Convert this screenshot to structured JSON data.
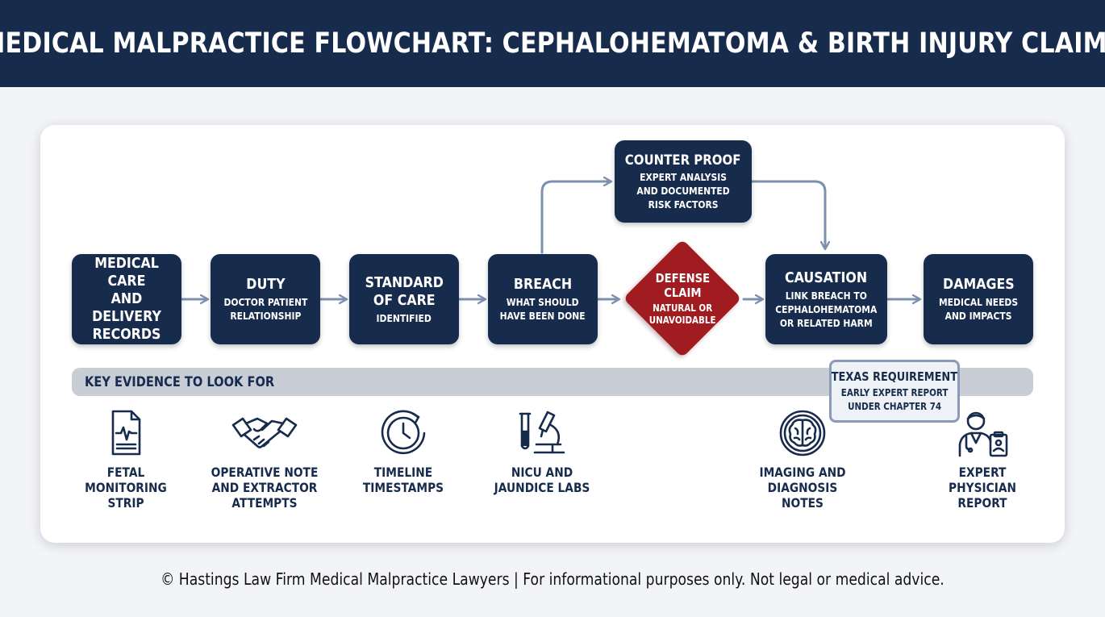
{
  "header": {
    "title": "MEDICAL MALPRACTICE FLOWCHART: CEPHALOHEMATOMA & BIRTH INJURY CLAIMS"
  },
  "flow": {
    "records": {
      "title": "MEDICAL CARE\nAND DELIVERY\nRECORDS"
    },
    "duty": {
      "title": "DUTY",
      "subtitle": "DOCTOR PATIENT\nRELATIONSHIP"
    },
    "standard": {
      "title": "STANDARD\nOF CARE",
      "subtitle": "IDENTIFIED"
    },
    "breach": {
      "title": "BREACH",
      "subtitle": "WHAT SHOULD\nHAVE BEEN DONE"
    },
    "defense": {
      "title": "DEFENSE\nCLAIM",
      "subtitle": "NATURAL OR\nUNAVOIDABLE"
    },
    "counter": {
      "title": "COUNTER PROOF",
      "subtitle": "EXPERT ANALYSIS\nAND DOCUMENTED\nRISK FACTORS"
    },
    "causation": {
      "title": "CAUSATION",
      "subtitle": "LINK BREACH TO\nCEPHALOHEMATOMA\nOR RELATED HARM"
    },
    "damages": {
      "title": "DAMAGES",
      "subtitle": "MEDICAL NEEDS\nAND IMPACTS"
    }
  },
  "evidence": {
    "heading": "KEY EVIDENCE TO LOOK FOR",
    "items": [
      {
        "label": "FETAL\nMONITORING\nSTRIP",
        "icon": "document-heartbeat-icon"
      },
      {
        "label": "OPERATIVE NOTE\nAND EXTRACTOR\nATTEMPTS",
        "icon": "handshake-icon"
      },
      {
        "label": "TIMELINE\nTIMESTAMPS",
        "icon": "clock-icon"
      },
      {
        "label": "NICU AND\nJAUNDICE LABS",
        "icon": "microscope-icon"
      },
      {
        "label": "IMAGING AND\nDIAGNOSIS NOTES",
        "icon": "brain-scan-icon"
      },
      {
        "label": "EXPERT\nPHYSICIAN\nREPORT",
        "icon": "physician-icon"
      }
    ]
  },
  "texas": {
    "title": "TEXAS REQUIREMENT",
    "subtitle": "EARLY EXPERT REPORT\nUNDER CHAPTER 74"
  },
  "footer": {
    "text": "© Hastings Law Firm Medical Malpractice Lawyers | For informational purposes only. Not legal or medical advice."
  },
  "colors": {
    "navy": "#172b4d",
    "defense_red": "#a01c21",
    "arrow": "#7d90ad",
    "bar": "#c9cdd6"
  }
}
